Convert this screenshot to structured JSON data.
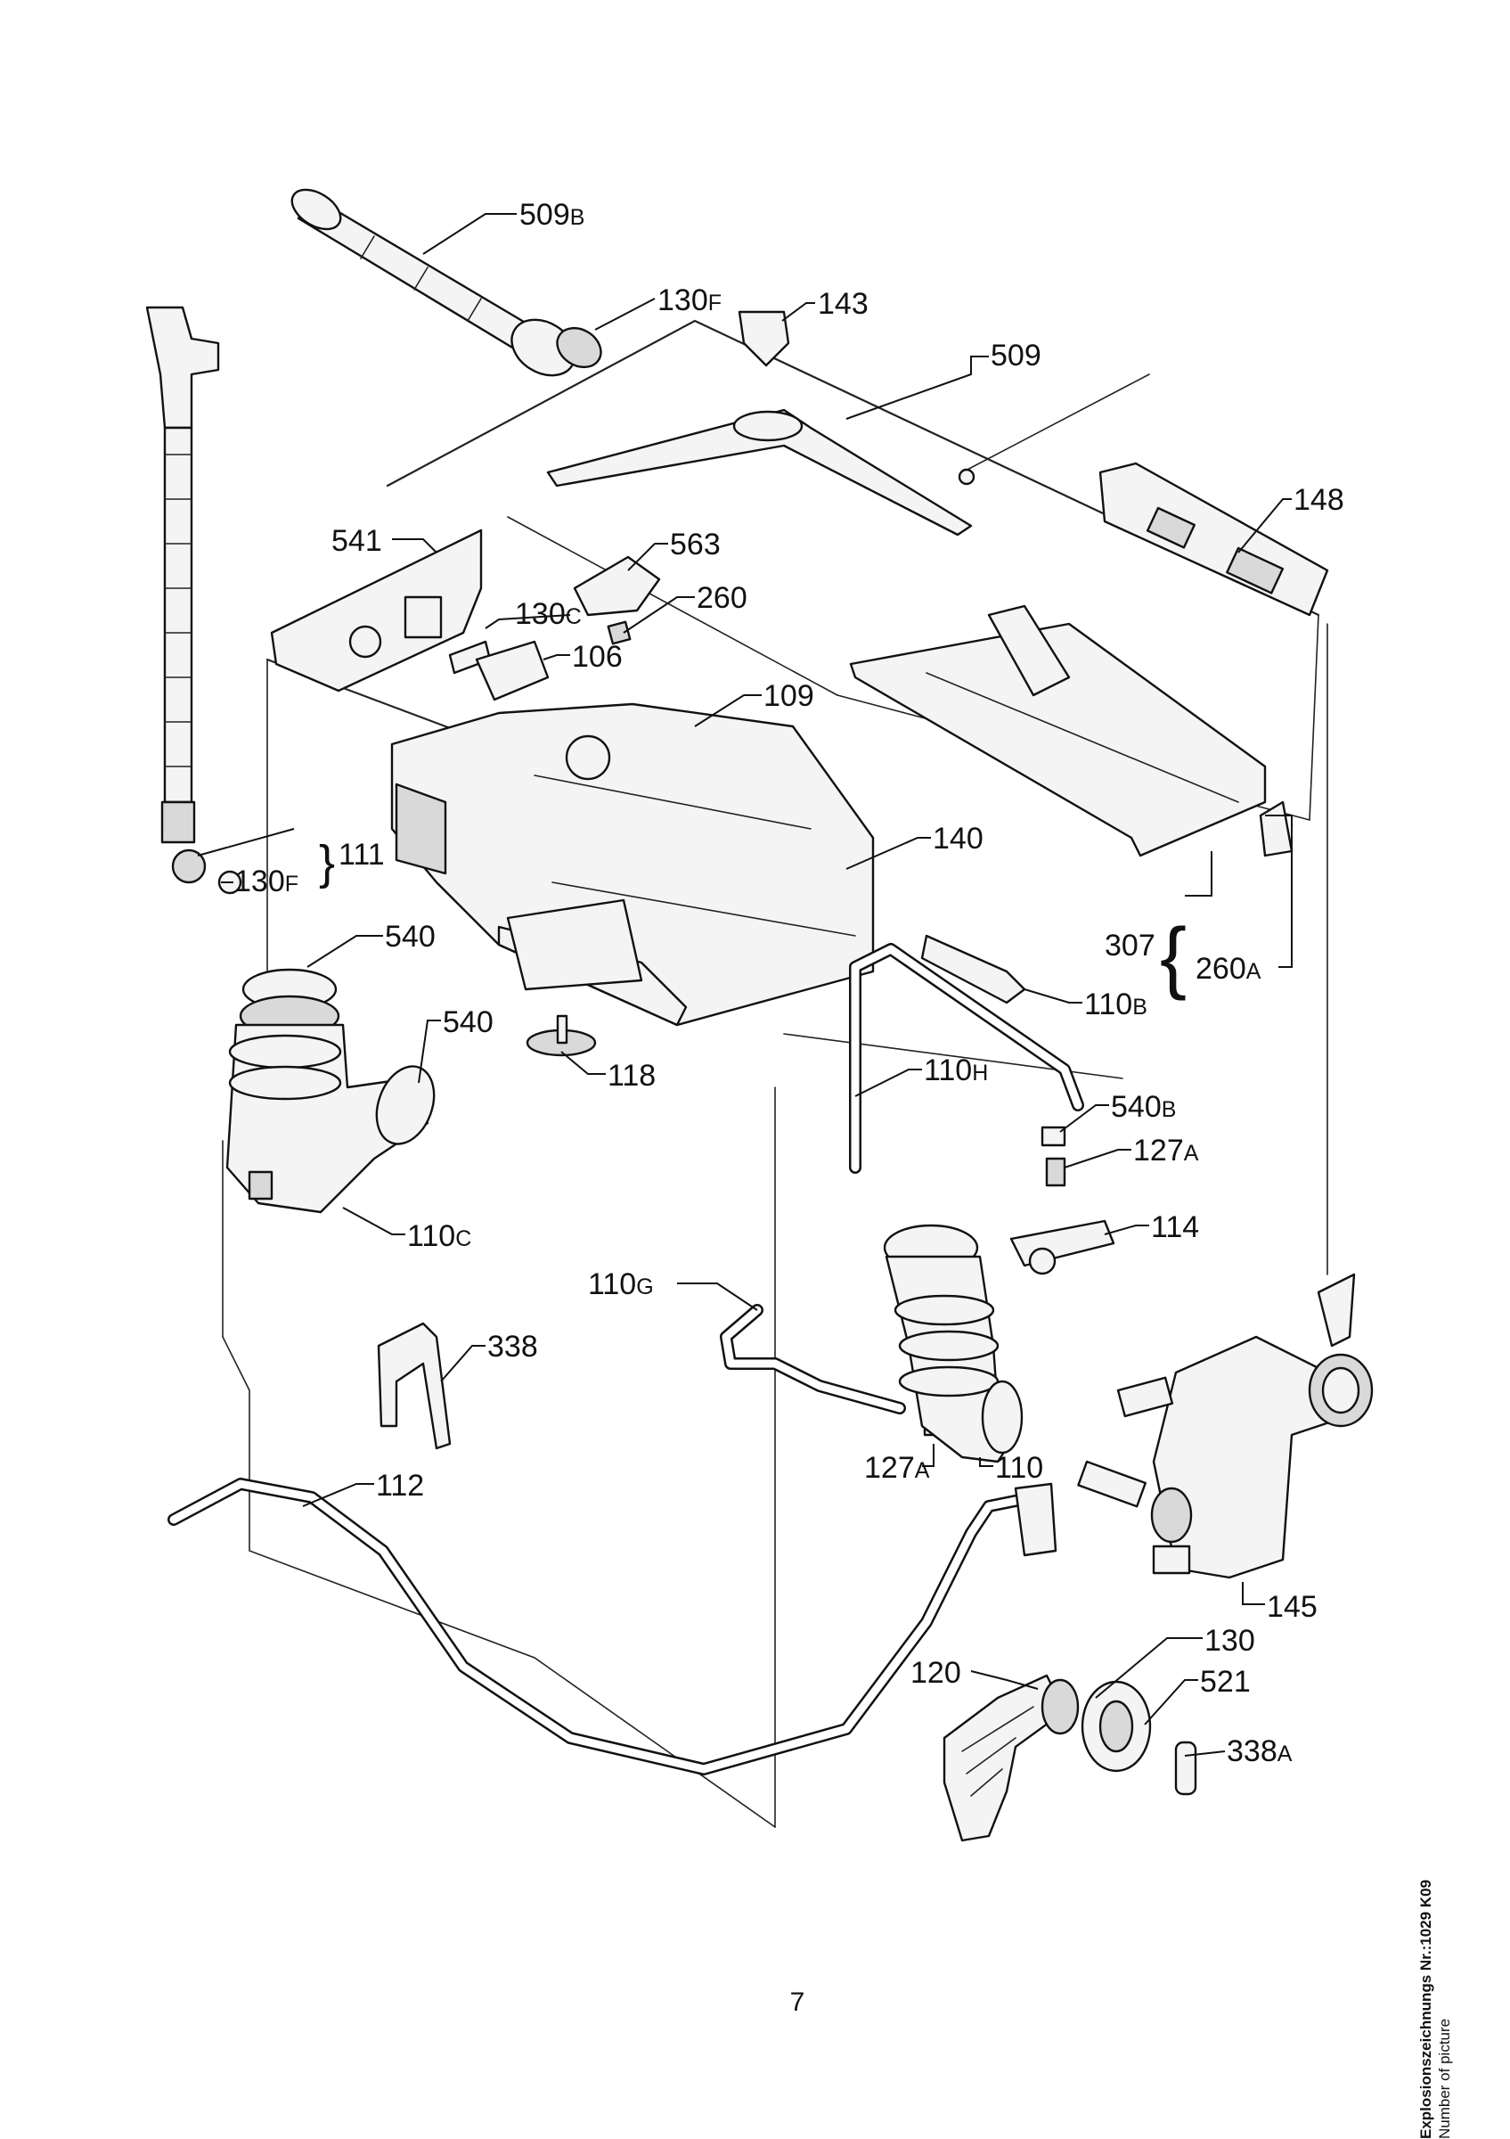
{
  "labels": [
    {
      "id": "509b",
      "num": "509",
      "suffix": "B"
    },
    {
      "id": "130f-top",
      "num": "130",
      "suffix": "F"
    },
    {
      "id": "143",
      "num": "143",
      "suffix": ""
    },
    {
      "id": "509",
      "num": "509",
      "suffix": ""
    },
    {
      "id": "148",
      "num": "148",
      "suffix": ""
    },
    {
      "id": "541",
      "num": "541",
      "suffix": ""
    },
    {
      "id": "563",
      "num": "563",
      "suffix": ""
    },
    {
      "id": "130c",
      "num": "130",
      "suffix": "C"
    },
    {
      "id": "260",
      "num": "260",
      "suffix": ""
    },
    {
      "id": "106",
      "num": "106",
      "suffix": ""
    },
    {
      "id": "109",
      "num": "109",
      "suffix": ""
    },
    {
      "id": "130f-left",
      "num": "130",
      "suffix": "F"
    },
    {
      "id": "111",
      "num": "111",
      "suffix": ""
    },
    {
      "id": "140",
      "num": "140",
      "suffix": ""
    },
    {
      "id": "307",
      "num": "307",
      "suffix": ""
    },
    {
      "id": "260a",
      "num": "260",
      "suffix": "A"
    },
    {
      "id": "540-a",
      "num": "540",
      "suffix": ""
    },
    {
      "id": "110b",
      "num": "110",
      "suffix": "B"
    },
    {
      "id": "540-b",
      "num": "540",
      "suffix": ""
    },
    {
      "id": "118",
      "num": "118",
      "suffix": ""
    },
    {
      "id": "110h",
      "num": "110",
      "suffix": "H"
    },
    {
      "id": "540b",
      "num": "540",
      "suffix": "B"
    },
    {
      "id": "127a-top",
      "num": "127",
      "suffix": "A"
    },
    {
      "id": "110c",
      "num": "110",
      "suffix": "C"
    },
    {
      "id": "114",
      "num": "114",
      "suffix": ""
    },
    {
      "id": "110g",
      "num": "110",
      "suffix": "G"
    },
    {
      "id": "338",
      "num": "338",
      "suffix": ""
    },
    {
      "id": "127a-bottom",
      "num": "127",
      "suffix": "A"
    },
    {
      "id": "110",
      "num": "110",
      "suffix": ""
    },
    {
      "id": "112",
      "num": "112",
      "suffix": ""
    },
    {
      "id": "145",
      "num": "145",
      "suffix": ""
    },
    {
      "id": "130",
      "num": "130",
      "suffix": ""
    },
    {
      "id": "120",
      "num": "120",
      "suffix": ""
    },
    {
      "id": "521",
      "num": "521",
      "suffix": ""
    },
    {
      "id": "338a",
      "num": "338",
      "suffix": "A"
    }
  ],
  "page_number": "7",
  "side_note": {
    "title": "Explosionszeichnungs Nr.:1029 K09",
    "subtitle": "Number of picture"
  }
}
